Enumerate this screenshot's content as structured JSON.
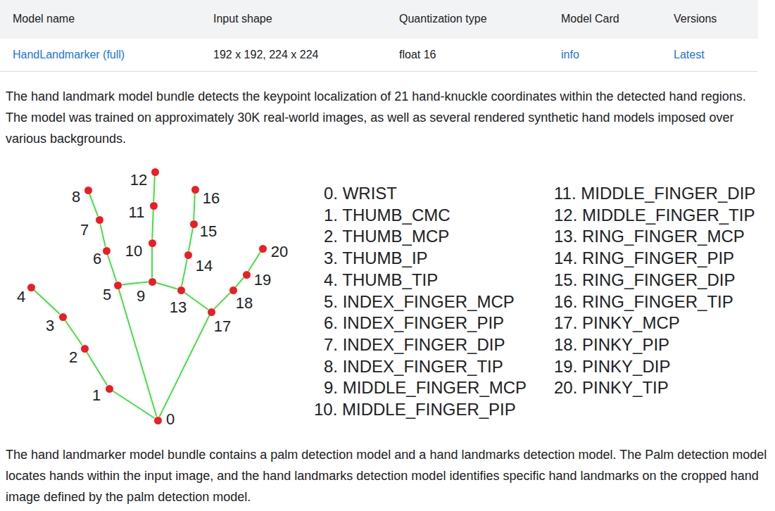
{
  "diagram": {
    "nodes": [
      {
        "text": [
          "0"
        ]
      },
      {
        "text": [
          "1"
        ]
      },
      {
        "text": [
          "2"
        ]
      },
      {
        "text": [
          "3"
        ]
      },
      {
        "text": [
          "4"
        ]
      },
      {
        "text": [
          "5"
        ]
      },
      {
        "text": [
          "6"
        ]
      },
      {
        "text": [
          "7"
        ]
      },
      {
        "text": [
          "8"
        ]
      },
      {
        "text": [
          "9"
        ]
      },
      {
        "text": [
          "10"
        ]
      },
      {
        "text": [
          "11"
        ]
      },
      {
        "text": [
          "12"
        ]
      },
      {
        "text": [
          "13"
        ]
      },
      {
        "text": [
          "14"
        ]
      },
      {
        "text": [
          "15"
        ]
      },
      {
        "text": [
          "16"
        ]
      },
      {
        "text": [
          "17"
        ]
      },
      {
        "text": [
          "18"
        ]
      },
      {
        "text": [
          "19"
        ]
      },
      {
        "text": [
          "20"
        ]
      }
    ],
    "edges": [
      {
        "from": 0,
        "to": 1,
        "arrow": "none"
      },
      {
        "from": 1,
        "to": 2,
        "arrow": "none"
      },
      {
        "from": 2,
        "to": 3,
        "arrow": "none"
      },
      {
        "from": 3,
        "to": 4,
        "arrow": "none"
      },
      {
        "from": 0,
        "to": 5,
        "arrow": "none"
      },
      {
        "from": 5,
        "to": 6,
        "arrow": "none"
      },
      {
        "from": 6,
        "to": 7,
        "arrow": "none"
      },
      {
        "from": 7,
        "to": 8,
        "arrow": "none"
      },
      {
        "from": 5,
        "to": 9,
        "arrow": "none"
      },
      {
        "from": 9,
        "to": 10,
        "arrow": "none"
      },
      {
        "from": 10,
        "to": 11,
        "arrow": "none"
      },
      {
        "from": 11,
        "to": 12,
        "arrow": "none"
      },
      {
        "from": 9,
        "to": 13,
        "arrow": "none"
      },
      {
        "from": 13,
        "to": 14,
        "arrow": "none"
      },
      {
        "from": 14,
        "to": 15,
        "arrow": "none"
      },
      {
        "from": 15,
        "to": 16,
        "arrow": "none"
      },
      {
        "from": 13,
        "to": 17,
        "arrow": "none"
      },
      {
        "from": 0,
        "to": 17,
        "arrow": "none"
      },
      {
        "from": 17,
        "to": 18,
        "arrow": "none"
      },
      {
        "from": 18,
        "to": 19,
        "arrow": "none"
      },
      {
        "from": 19,
        "to": 20,
        "arrow": "none"
      }
    ],
    "labels": [
      "Model name",
      "Input shape",
      "Quantization type",
      "Model Card",
      "Versions",
      "HandLandmarker (full)",
      "192 x 192, 224 x 224",
      "float 16",
      "info",
      "Latest",
      "The hand landmark model bundle detects the keypoint localization of 21 hand-knuckle coordinates within the detected hand regions. The model was trained on approximately 30K real-world images, as well as several rendered synthetic hand models imposed over various backgrounds.",
      "0. WRIST",
      "1. THUMB_CMC",
      "2. THUMB_MCP",
      "3. THUMB_IP",
      "4. THUMB_TIP",
      "5. INDEX_FINGER_MCP",
      "6. INDEX_FINGER_PIP",
      "7. INDEX_FINGER_DIP",
      "8. INDEX_FINGER_TIP",
      "9. MIDDLE_FINGER_MCP",
      "10. MIDDLE_FINGER_PIP",
      "11. MIDDLE_FINGER_DIP",
      "12. MIDDLE_FINGER_TIP",
      "13. RING_FINGER_MCP",
      "14. RING_FINGER_PIP",
      "15. RING_FINGER_DIP",
      "16. RING_FINGER_TIP",
      "17. PINKY_MCP",
      "18. PINKY_PIP",
      "19. PINKY_DIP",
      "20. PINKY_TIP",
      "The hand landmarker model bundle contains a palm detection model and a hand landmarks detection model. The Palm detection model locates hands within the input image, and the hand landmarks detection model identifies specific hand landmarks on the cropped hand image defined by the palm detection model."
    ]
  }
}
